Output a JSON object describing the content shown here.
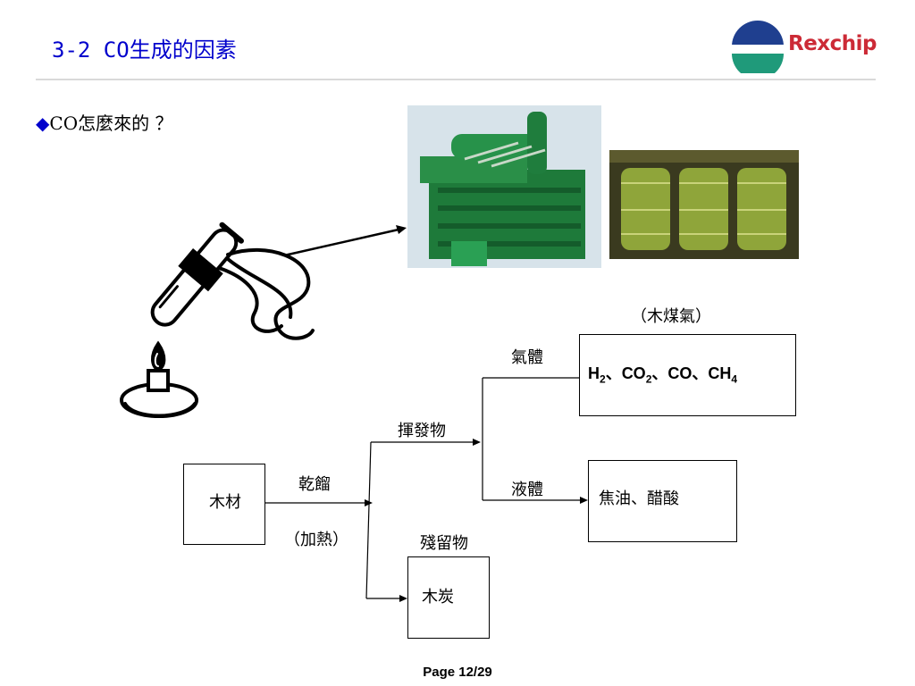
{
  "header": {
    "title": "3-2 CO生成的因素",
    "logo_text": "Rexchip"
  },
  "bullet": {
    "marker": "◆",
    "text": "CO怎麼來的 ？"
  },
  "diagram": {
    "wood": "木材",
    "dry_distill": "乾餾",
    "heating": "（加熱）",
    "volatile": "揮發物",
    "residue": "殘留物",
    "charcoal": "木炭",
    "gas": "氣體",
    "liquid": "液體",
    "wood_gas": "（木煤氣）",
    "gas_products": {
      "h2": "H",
      "h2_sub": "2",
      "sep1": "、",
      "co2": "CO",
      "co2_sub": "2",
      "sep2": "、",
      "co": "CO",
      "sep3": "、",
      "ch4": "CH",
      "ch4_sub": "4"
    },
    "liquid_products": "焦油、醋酸"
  },
  "colors": {
    "title": "#0000cc",
    "logo_red": "#cc2a36",
    "logo_blue": "#1f3f8f",
    "logo_green": "#1f9a7a",
    "machine_green": "#1e7a3a"
  },
  "footer": {
    "page": "Page 12/29"
  }
}
